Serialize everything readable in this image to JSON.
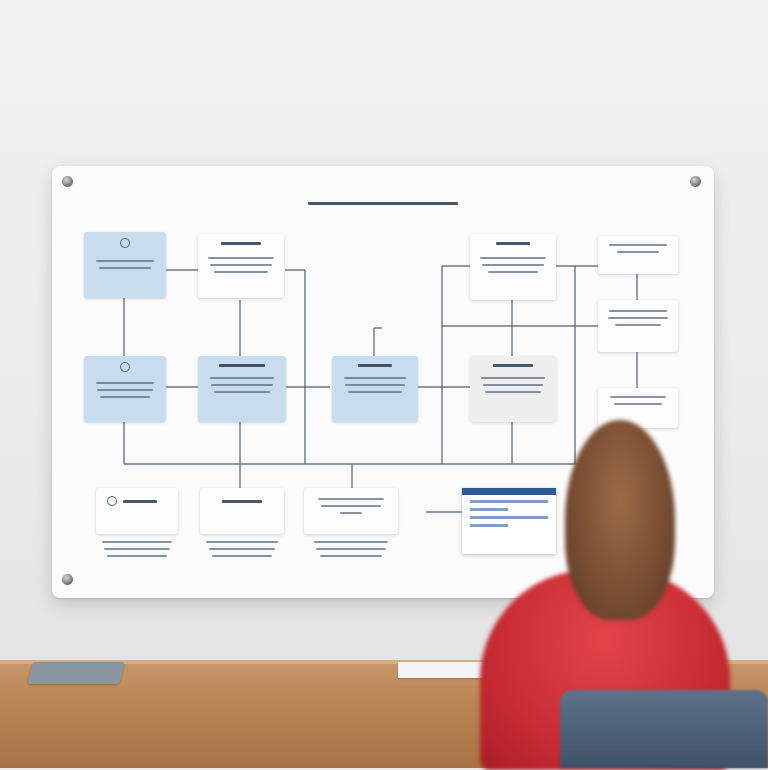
{
  "scene": {
    "description_colors": {
      "wall": "#ebebeb",
      "board": "#fbfbfb",
      "node_blue": "#c7dcec",
      "connector": "#4f5f72",
      "table_wood": "#b98555",
      "sweater": "#c92c34",
      "hair": "#7a4e33",
      "chair": "#4a5d73"
    }
  },
  "board": {
    "title": "",
    "rows": [
      [
        {
          "id": "r1c1",
          "style": "blue",
          "icon": "circle-icon",
          "lines": 2
        },
        {
          "id": "r1c2",
          "style": "white",
          "icon": "",
          "lines": 3
        },
        {
          "id": "r1c4",
          "style": "white",
          "icon": "",
          "lines": 3
        },
        {
          "id": "r1c5",
          "style": "white",
          "icon": "",
          "lines": 2
        }
      ],
      [
        {
          "id": "r2c1",
          "style": "blue",
          "icon": "circle-icon",
          "lines": 3
        },
        {
          "id": "r2c2",
          "style": "blue",
          "icon": "",
          "lines": 3
        },
        {
          "id": "r2c3",
          "style": "blue",
          "icon": "",
          "lines": 3
        },
        {
          "id": "r2c4",
          "style": "grey",
          "icon": "",
          "lines": 3
        },
        {
          "id": "r2c5",
          "style": "white",
          "icon": "",
          "lines": 2
        }
      ],
      [
        {
          "id": "r3c1",
          "style": "white",
          "icon": "circle-icon",
          "lines": 3
        },
        {
          "id": "r3c2",
          "style": "white",
          "icon": "",
          "lines": 3
        },
        {
          "id": "r3c3",
          "style": "white",
          "icon": "",
          "lines": 3
        }
      ]
    ]
  }
}
